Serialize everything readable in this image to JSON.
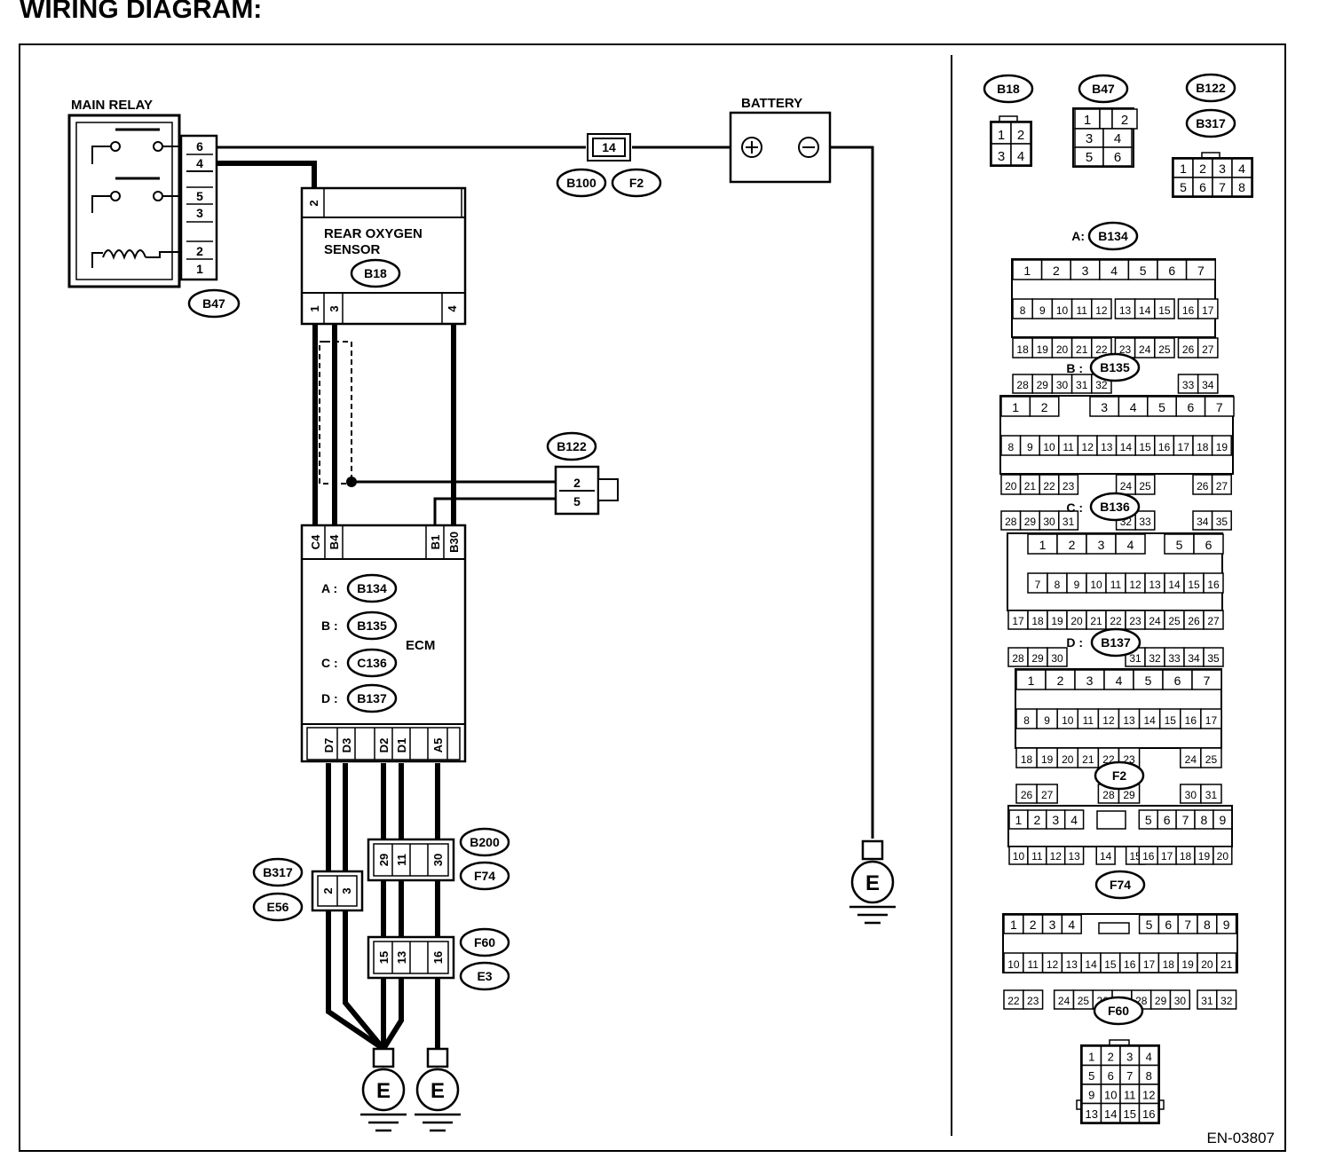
{
  "title": "WIRING DIAGRAM:",
  "figure_code": "EN-03807",
  "components": {
    "main_relay": {
      "label": "MAIN RELAY",
      "connector": "B47",
      "pins": [
        "6",
        "4",
        "5",
        "3",
        "2",
        "1"
      ]
    },
    "battery": {
      "label": "BATTERY"
    },
    "fuse": {
      "number": "14",
      "locations": [
        "B100",
        "F2"
      ]
    },
    "rear_oxygen_sensor": {
      "label_line1": "REAR OXYGEN",
      "label_line2": "SENSOR",
      "connector": "B18",
      "top_pin": "2",
      "bottom_pins": [
        "1",
        "3",
        "4"
      ]
    },
    "b122": {
      "connector": "B122",
      "pins": [
        "2",
        "5"
      ]
    },
    "ecm": {
      "label": "ECM",
      "top_pins": [
        "C4",
        "B4",
        "B1",
        "B30"
      ],
      "bottom_pins": [
        "D7",
        "D3",
        "D2",
        "D1",
        "A5"
      ],
      "connectors": [
        {
          "prefix": "A :",
          "code": "B134"
        },
        {
          "prefix": "B :",
          "code": "B135"
        },
        {
          "prefix": "C :",
          "code": "C136"
        },
        {
          "prefix": "D :",
          "code": "B137"
        }
      ]
    },
    "b317_e56": {
      "connectors": [
        "B317",
        "E56"
      ],
      "pins": [
        "2",
        "3"
      ]
    },
    "b200_f74": {
      "connectors": [
        "B200",
        "F74"
      ],
      "pins": [
        "29",
        "11",
        "30"
      ]
    },
    "f60_e3": {
      "connectors": [
        "F60",
        "E3"
      ],
      "pins": [
        "15",
        "13",
        "16"
      ]
    },
    "ground": {
      "label": "E"
    }
  },
  "connector_views": {
    "b18": {
      "code": "B18",
      "rows": [
        [
          "1",
          "2"
        ],
        [
          "3",
          "4"
        ]
      ]
    },
    "b47": {
      "code": "B47",
      "rows": [
        [
          "1",
          "",
          "2"
        ],
        [
          "3",
          "4"
        ],
        [
          "5",
          "6"
        ]
      ]
    },
    "b122_b317": {
      "codes": [
        "B122",
        "B317"
      ],
      "rows": [
        [
          "1",
          "2",
          "3",
          "4"
        ],
        [
          "5",
          "6",
          "7",
          "8"
        ]
      ]
    },
    "b134": {
      "prefix": "A:",
      "code": "B134",
      "rows": [
        [
          "1",
          "2",
          "3",
          "4",
          "5",
          "6",
          "7"
        ],
        [
          "8",
          "9",
          "10",
          "11",
          "12",
          "13",
          "14",
          "15",
          "16",
          "17"
        ],
        [
          "18",
          "19",
          "20",
          "21",
          "22",
          "23",
          "24",
          "25",
          "26",
          "27"
        ],
        [
          "28",
          "29",
          "30",
          "31",
          "32",
          "33",
          "34"
        ]
      ]
    },
    "b135": {
      "prefix": "B :",
      "code": "B135",
      "rows": [
        [
          "1",
          "2",
          "3",
          "4",
          "5",
          "6",
          "7"
        ],
        [
          "8",
          "9",
          "10",
          "11",
          "12",
          "13",
          "14",
          "15",
          "16",
          "17",
          "18",
          "19"
        ],
        [
          "20",
          "21",
          "22",
          "23",
          "24",
          "25",
          "26",
          "27"
        ],
        [
          "28",
          "29",
          "30",
          "31",
          "32",
          "33",
          "34",
          "35"
        ]
      ]
    },
    "b136": {
      "prefix": "C :",
      "code": "B136",
      "rows": [
        [
          "1",
          "2",
          "3",
          "4",
          "5",
          "6"
        ],
        [
          "7",
          "8",
          "9",
          "10",
          "11",
          "12",
          "13",
          "14",
          "15",
          "16"
        ],
        [
          "17",
          "18",
          "19",
          "20",
          "21",
          "22",
          "23",
          "24",
          "25",
          "26",
          "27"
        ],
        [
          "28",
          "29",
          "30",
          "31",
          "32",
          "33",
          "34",
          "35"
        ]
      ]
    },
    "b137": {
      "prefix": "D :",
      "code": "B137",
      "rows": [
        [
          "1",
          "2",
          "3",
          "4",
          "5",
          "6",
          "7"
        ],
        [
          "8",
          "9",
          "10",
          "11",
          "12",
          "13",
          "14",
          "15",
          "16",
          "17"
        ],
        [
          "18",
          "19",
          "20",
          "21",
          "22",
          "23",
          "24",
          "25"
        ],
        [
          "26",
          "27",
          "28",
          "29",
          "30",
          "31"
        ]
      ]
    },
    "f2": {
      "code": "F2",
      "rows": [
        [
          "1",
          "2",
          "3",
          "4",
          "5",
          "6",
          "7",
          "8",
          "9"
        ],
        [
          "10",
          "11",
          "12",
          "13",
          "14",
          "15",
          "16",
          "17",
          "18",
          "19",
          "20"
        ]
      ]
    },
    "f74": {
      "code": "F74",
      "rows": [
        [
          "1",
          "2",
          "3",
          "4",
          "5",
          "6",
          "7",
          "8",
          "9"
        ],
        [
          "10",
          "11",
          "12",
          "13",
          "14",
          "15",
          "16",
          "17",
          "18",
          "19",
          "20",
          "21"
        ],
        [
          "22",
          "23",
          "24",
          "25",
          "26",
          "27",
          "28",
          "29",
          "30",
          "31",
          "32"
        ]
      ]
    },
    "f60": {
      "code": "F60",
      "rows": [
        [
          "1",
          "2",
          "3",
          "4"
        ],
        [
          "5",
          "6",
          "7",
          "8"
        ],
        [
          "9",
          "10",
          "11",
          "12"
        ],
        [
          "13",
          "14",
          "15",
          "16"
        ]
      ]
    }
  }
}
